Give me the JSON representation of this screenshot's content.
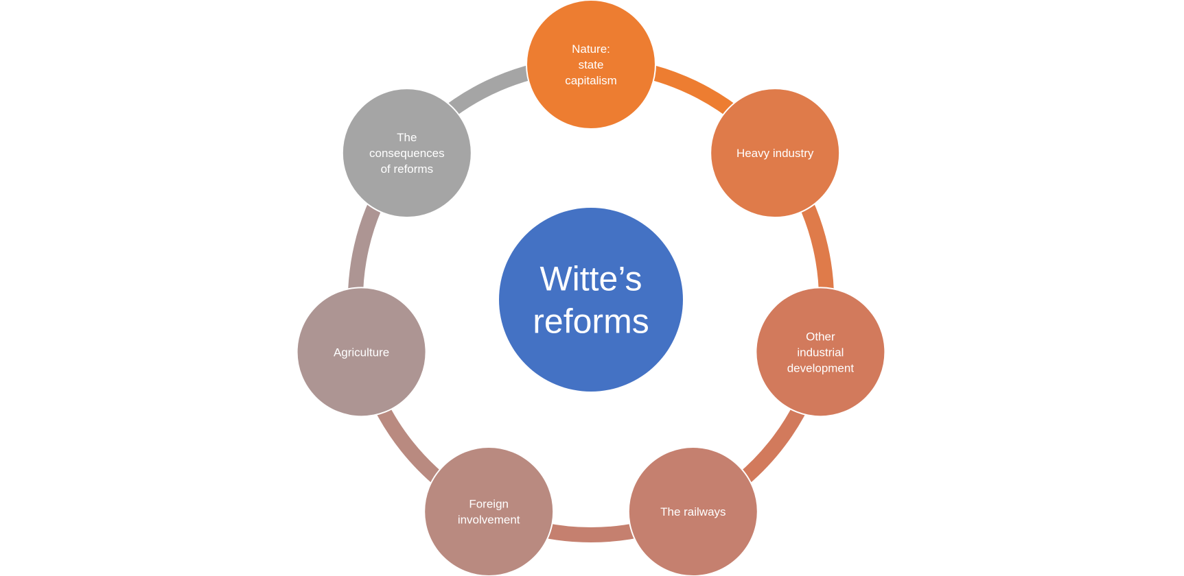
{
  "center": {
    "lines": [
      "Witte’s",
      "reforms"
    ],
    "color": "#4472C4"
  },
  "nodes": [
    {
      "lines": [
        "Nature:",
        "state",
        "capitalism"
      ],
      "color": "#ED7D31"
    },
    {
      "lines": [
        "Heavy industry"
      ],
      "color": "#DF7B4A"
    },
    {
      "lines": [
        "Other",
        "industrial",
        "development"
      ],
      "color": "#D27A5C"
    },
    {
      "lines": [
        "The railways"
      ],
      "color": "#C5806F"
    },
    {
      "lines": [
        "Foreign",
        "involvement"
      ],
      "color": "#B98A80"
    },
    {
      "lines": [
        "Agriculture"
      ],
      "color": "#AD9593"
    },
    {
      "lines": [
        "The",
        "consequences",
        "of reforms"
      ],
      "color": "#A5A5A5"
    }
  ]
}
